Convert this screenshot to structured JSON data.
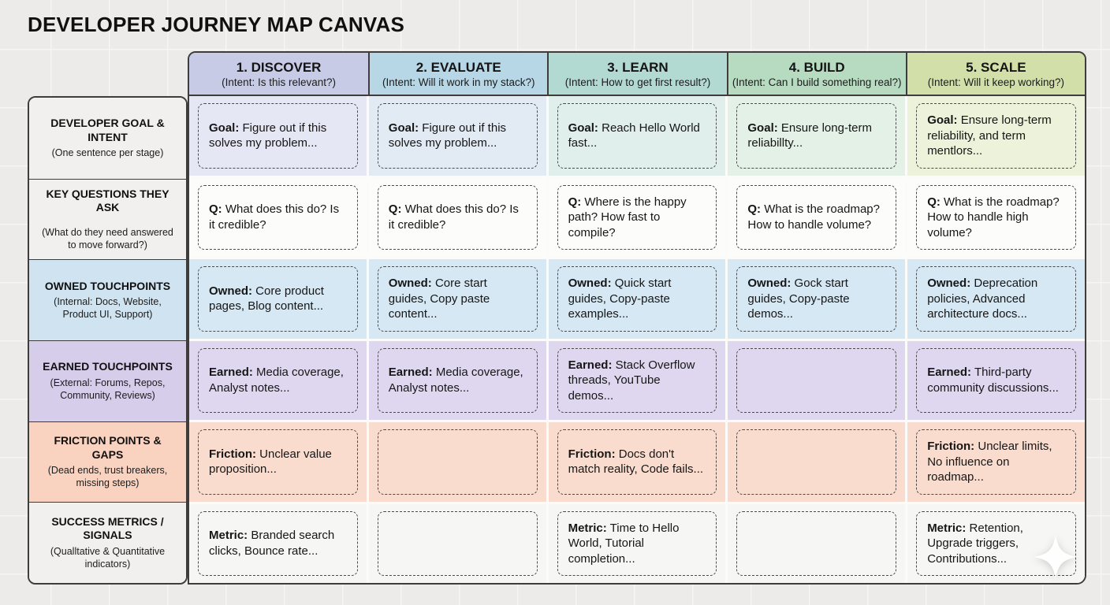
{
  "title": "DEVELOPER JOURNEY MAP CANVAS",
  "colors": {
    "table_border": "#3e3d3b",
    "canvas_bg": "#ecebe9",
    "note_border": "#4a4a4a"
  },
  "icons": {
    "sparkle_icon": "✦"
  },
  "columns": [
    {
      "title": "1. DISCOVER",
      "intent": "(Intent: Is this relevant?)",
      "header_bg": "#c8cbe6",
      "row1_bg": "#e6e7f4"
    },
    {
      "title": "2. EVALUATE",
      "intent": "(Intent: Will it work in my stack?)",
      "header_bg": "#b7d6e6",
      "row1_bg": "#e2ebf4"
    },
    {
      "title": "3. LEARN",
      "intent": "(Intent: How to get first result?)",
      "header_bg": "#b3d9d3",
      "row1_bg": "#e1efec"
    },
    {
      "title": "4. BUILD",
      "intent": "(Intent: Can I build something real?)",
      "header_bg": "#b7dbc0",
      "row1_bg": "#e4f1e6"
    },
    {
      "title": "5. SCALE",
      "intent": "(Intent: Will it keep working?)",
      "header_bg": "#d2dfa9",
      "row1_bg": "#ecf3da"
    }
  ],
  "rows": [
    {
      "title": "DEVELOPER GOAL & INTENT",
      "subtitle": "(One sentence per stage)",
      "header_bg": "#f1f0ee",
      "cell_bg": "column"
    },
    {
      "title": "KEY QUESTIONS THEY ASK",
      "subtitle": "(What do they need answered to move forward?)",
      "header_bg": "#f1f0ee",
      "cell_bg": "#fcfcfb"
    },
    {
      "title": "OWNED TOUCHPOINTS",
      "subtitle": "(Internal: Docs, Website, Product UI, Support)",
      "header_bg": "#cfe3f1",
      "cell_bg": "#d5e8f4"
    },
    {
      "title": "EARNED TOUCHPOINTS",
      "subtitle": "(External: Forums, Repos, Community, Reviews)",
      "header_bg": "#d6cdea",
      "cell_bg": "#ded7ef"
    },
    {
      "title": "FRICTION POINTS & GAPS",
      "subtitle": "(Dead ends, trust breakers, missing steps)",
      "header_bg": "#f9d3c0",
      "cell_bg": "#fadcce"
    },
    {
      "title": "SUCCESS METRICS / SIGNALS",
      "subtitle": "(Qualltative & Quantitative indicators)",
      "header_bg": "#f1f0ee",
      "cell_bg": "#f6f6f4"
    }
  ],
  "cells": [
    [
      {
        "label": "Goal:",
        "text": " Figure out if this solves my problem..."
      },
      {
        "label": "Goal:",
        "text": " Figure out if this solves my problem..."
      },
      {
        "label": "Goal:",
        "text": " Reach Hello World fast..."
      },
      {
        "label": "Goal:",
        "text": " Ensure long-term reliabillty..."
      },
      {
        "label": "Goal:",
        "text": " Ensure long-term reliability, and term mentlors..."
      }
    ],
    [
      {
        "label": "Q:",
        "text": " What does this do? Is it credible?"
      },
      {
        "label": "Q:",
        "text": " What does this do? Is it credible?"
      },
      {
        "label": "Q:",
        "text": " Where is the happy path? How fast to compile?"
      },
      {
        "label": "Q:",
        "text": " What is the roadmap? How to handle volume?"
      },
      {
        "label": "Q:",
        "text": " What is the roadmap? How to handle high volume?"
      }
    ],
    [
      {
        "label": "Owned:",
        "text": " Core product pages, Blog content..."
      },
      {
        "label": "Owned:",
        "text": " Core start guides, Copy paste content..."
      },
      {
        "label": "Owned:",
        "text": " Quick start guides, Copy-paste examples..."
      },
      {
        "label": "Owned:",
        "text": " Gock start guides, Copy-paste demos..."
      },
      {
        "label": "Owned:",
        "text": " Deprecation policies, Advanced architecture docs..."
      }
    ],
    [
      {
        "label": "Earned:",
        "text": " Media coverage, Analyst notes..."
      },
      {
        "label": "Earned:",
        "text": " Media coverage, Analyst notes..."
      },
      {
        "label": "Earned:",
        "text": " Stack Overflow threads, YouTube demos..."
      },
      null,
      {
        "label": "Earned:",
        "text": " Third-party community discussions..."
      }
    ],
    [
      {
        "label": "Friction:",
        "text": " Unclear value proposition..."
      },
      null,
      {
        "label": "Friction:",
        "text": " Docs don't match reality, Code fails..."
      },
      null,
      {
        "label": "Friction:",
        "text": " Unclear limits, No influence on roadmap..."
      }
    ],
    [
      {
        "label": "Metric:",
        "text": " Branded search clicks, Bounce rate..."
      },
      null,
      {
        "label": "Metric:",
        "text": " Time to Hello World, Tutorial completion..."
      },
      null,
      {
        "label": "Metric:",
        "text": " Retention, Upgrade triggers, Contributions..."
      }
    ]
  ]
}
